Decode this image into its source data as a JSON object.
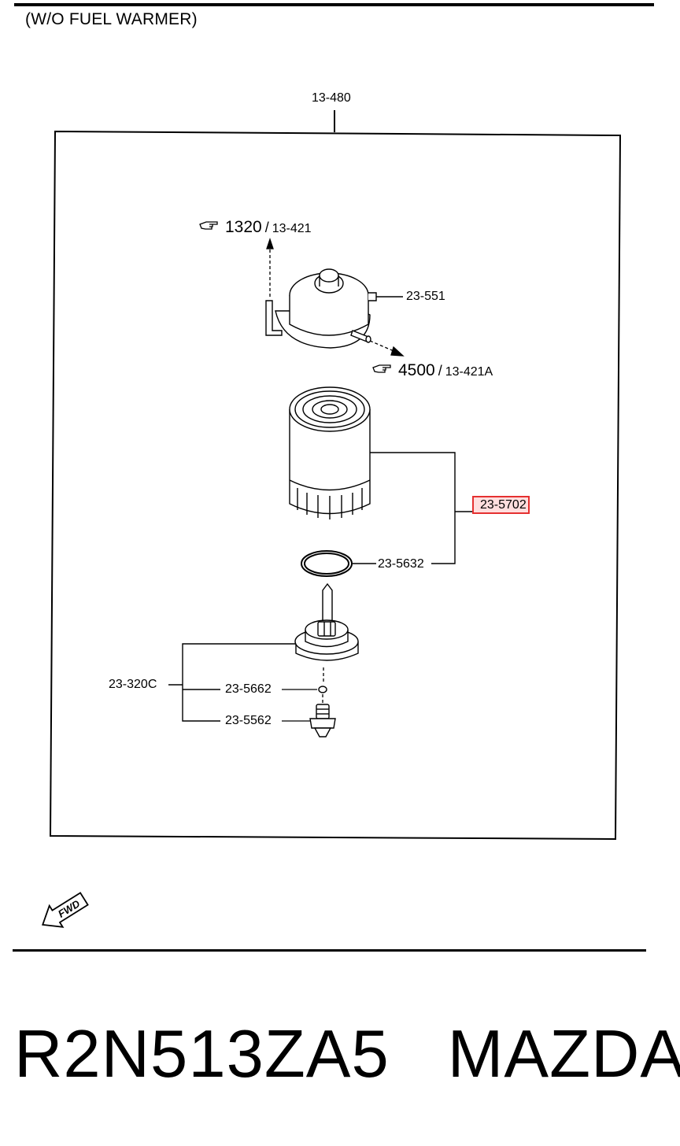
{
  "heading": "(W/O FUEL WARMER)",
  "labels": {
    "assembly": "13-480",
    "outlet_ref_num": "1320",
    "outlet_ref_sep": "/",
    "outlet_ref_code": "13-421",
    "housing": "23-551",
    "inlet_ref_num": "4500",
    "inlet_ref_sep": "/",
    "inlet_ref_code": "13-421A",
    "filter": "23-5702",
    "seal": "23-5632",
    "drain_group": "23-320C",
    "drain_oring": "23-5662",
    "drain_plug": "23-5562"
  },
  "fwd_label": "FWD",
  "footer": {
    "part_number": "R2N513ZA5",
    "brand": "MAZDA"
  },
  "highlight_color": "#e53030"
}
